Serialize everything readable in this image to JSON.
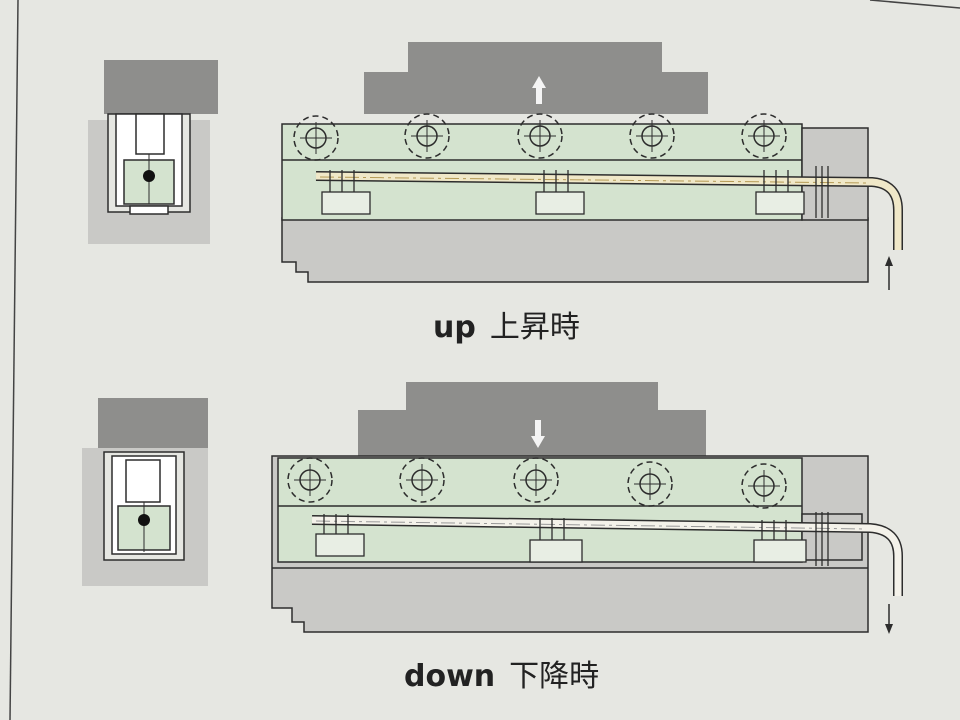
{
  "captions": {
    "up": {
      "en": "up",
      "jp": "上昇時"
    },
    "down": {
      "en": "down",
      "jp": "下降時"
    }
  },
  "panels": [
    {
      "state": "up",
      "arrow": "up"
    },
    {
      "state": "down",
      "arrow": "down"
    }
  ],
  "colors": {
    "background": "#e6e7e2",
    "body_gray": "#c9c9c6",
    "dark_gray": "#8e8e8c",
    "light_green": "#d4e3cf",
    "tube_yellow": "#f0e8c8",
    "line": "#2d2d2d"
  },
  "icons": [
    "arrow-up-icon",
    "arrow-down-icon",
    "crosshair-roller-icon"
  ]
}
